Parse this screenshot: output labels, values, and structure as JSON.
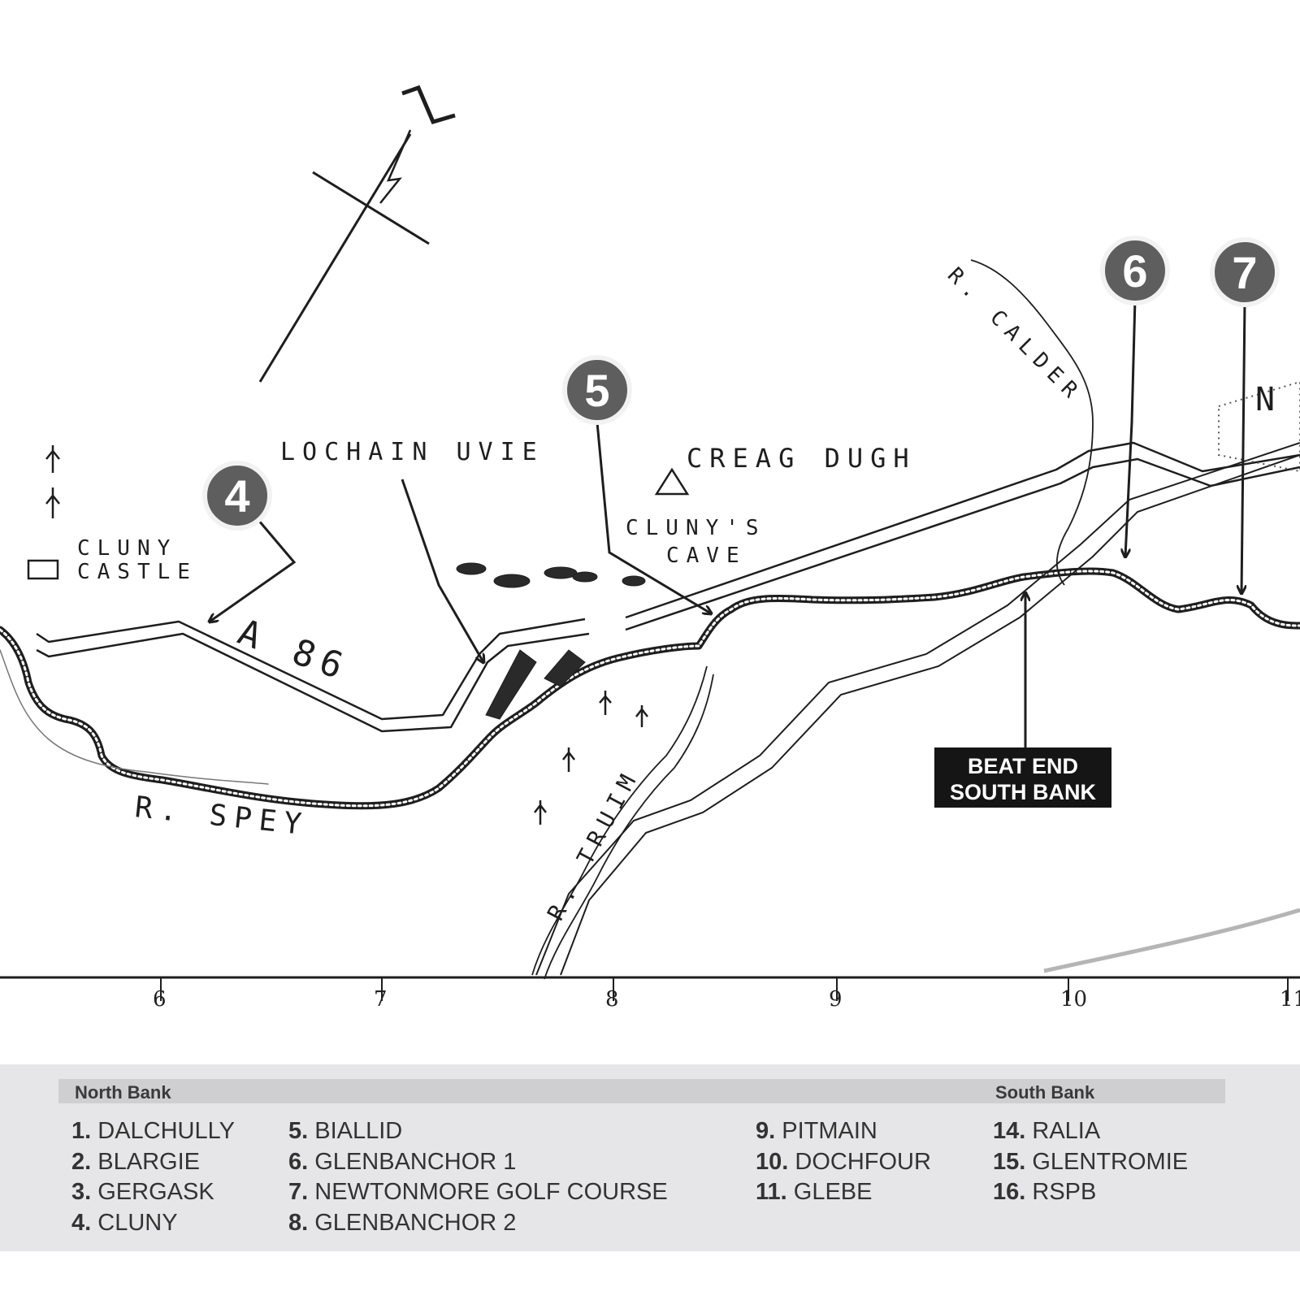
{
  "map": {
    "markers": [
      {
        "number": "4"
      },
      {
        "number": "5"
      },
      {
        "number": "6"
      },
      {
        "number": "7"
      }
    ],
    "place_labels": {
      "lochain": "LOCHAIN UVIE",
      "creag": "CREAG DUGH",
      "cluny_castle_1": "CLUNY",
      "cluny_castle_2": "CASTLE",
      "clunys_cave_1": "CLUNY'S",
      "clunys_cave_2": "CAVE",
      "road": "A 86",
      "river_spey": "R. SPEY",
      "river_truim": "R. TRUIM",
      "river_calder": "R. CALDER",
      "partial_label": "N"
    },
    "beat_end": {
      "line1": "BEAT END",
      "line2": "SOUTH BANK"
    },
    "scale_ticks": [
      "6",
      "7",
      "8",
      "9",
      "10",
      "11"
    ],
    "colors": {
      "marker_fill": "#5e5e5e",
      "marker_stroke": "#f2f2f2",
      "beat_box": "#151515",
      "ink": "#1e1e1e"
    }
  },
  "legend": {
    "north_bank_heading": "North Bank",
    "south_bank_heading": "South Bank",
    "columns": [
      [
        {
          "num": "1.",
          "name": "DALCHULLY"
        },
        {
          "num": "2.",
          "name": "BLARGIE"
        },
        {
          "num": "3.",
          "name": "GERGASK"
        },
        {
          "num": "4.",
          "name": "CLUNY"
        }
      ],
      [
        {
          "num": "5.",
          "name": "BIALLID"
        },
        {
          "num": "6.",
          "name": "GLENBANCHOR 1"
        },
        {
          "num": "7.",
          "name": "NEWTONMORE GOLF COURSE"
        },
        {
          "num": "8.",
          "name": "GLENBANCHOR 2"
        }
      ],
      [
        {
          "num": "9.",
          "name": "PITMAIN"
        },
        {
          "num": "10.",
          "name": "DOCHFOUR"
        },
        {
          "num": "11.",
          "name": "GLEBE"
        }
      ],
      [
        {
          "num": "14.",
          "name": "RALIA"
        },
        {
          "num": "15.",
          "name": "GLENTROMIE"
        },
        {
          "num": "16.",
          "name": "RSPB"
        }
      ]
    ]
  }
}
